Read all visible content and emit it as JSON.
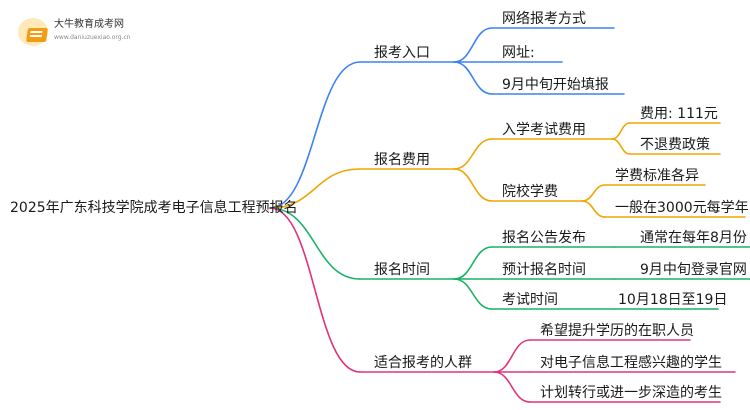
{
  "logo": {
    "icon": "graduation-book-icon",
    "name": "大牛教育成考网",
    "url": "www.daniuzuexiao.org.cn"
  },
  "root": "2025年广东科技学院成考电子信息工程预报名",
  "branches": [
    {
      "label": "报考入口",
      "color": "#3b82f6",
      "children": [
        {
          "label": "网络报考方式"
        },
        {
          "label": "网址:"
        },
        {
          "label": "9月中旬开始填报"
        }
      ]
    },
    {
      "label": "报名费用",
      "color": "#f0a500",
      "children": [
        {
          "label": "入学考试费用",
          "children": [
            {
              "label": "费用: 111元"
            },
            {
              "label": "不退费政策"
            }
          ]
        },
        {
          "label": "院校学费",
          "children": [
            {
              "label": "学费标准各异"
            },
            {
              "label": "一般在3000元每学年"
            }
          ]
        }
      ]
    },
    {
      "label": "报名时间",
      "color": "#16b364",
      "children": [
        {
          "label": "报名公告发布",
          "children": [
            {
              "label": "通常在每年8月份"
            }
          ]
        },
        {
          "label": "预计报名时间",
          "children": [
            {
              "label": "9月中旬登录官网"
            }
          ]
        },
        {
          "label": "考试时间",
          "children": [
            {
              "label": "10月18日至19日"
            }
          ]
        }
      ]
    },
    {
      "label": "适合报考的人群",
      "color": "#e0337a",
      "children": [
        {
          "label": "希望提升学历的在职人员"
        },
        {
          "label": "对电子信息工程感兴趣的学生"
        },
        {
          "label": "计划转行或进一步深造的考生"
        }
      ]
    }
  ]
}
